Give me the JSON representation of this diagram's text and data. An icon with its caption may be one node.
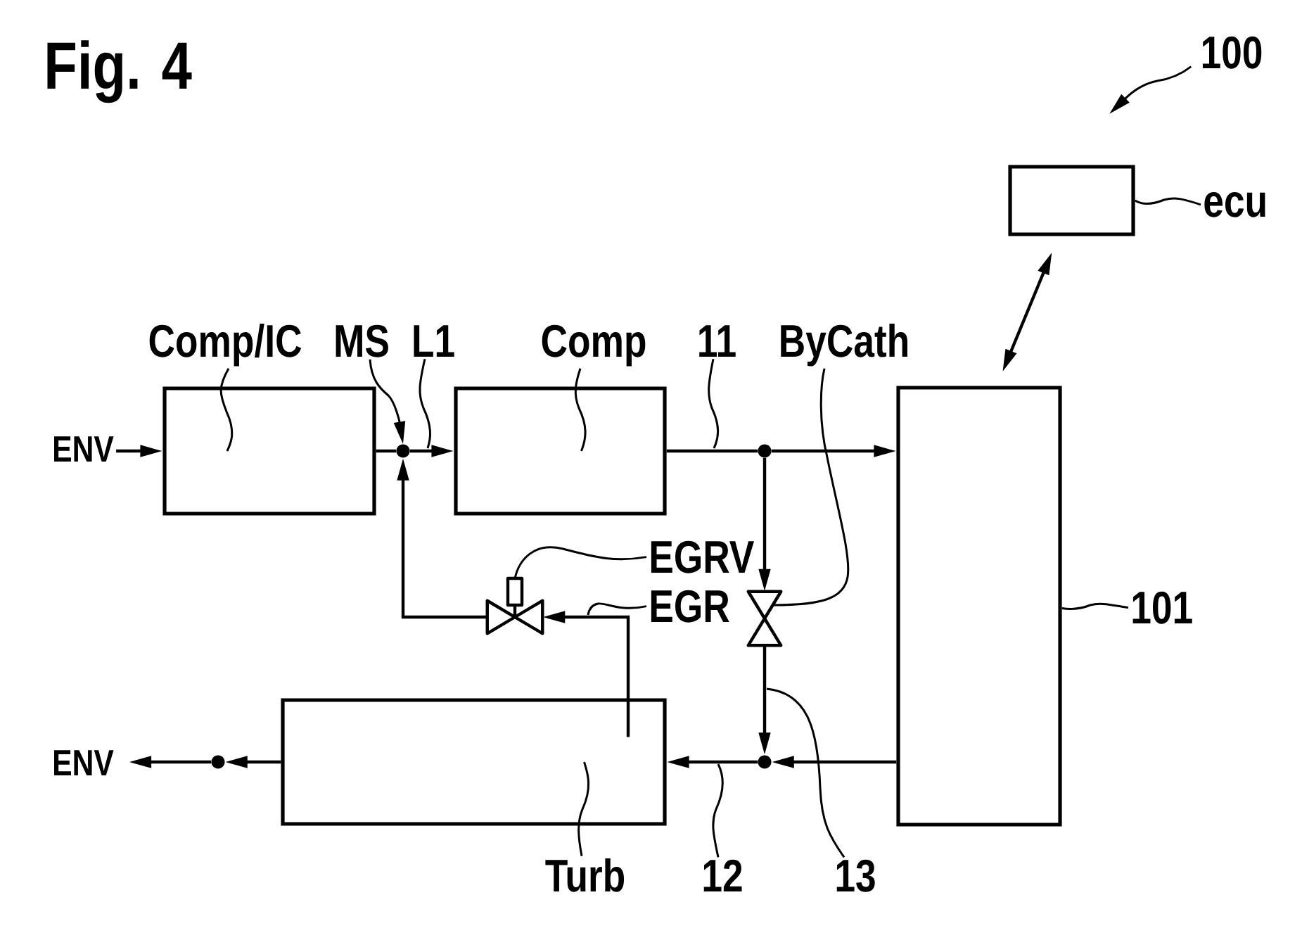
{
  "diagram": {
    "title": "Fig. 4",
    "nodes": [
      {
        "text": [
          "100"
        ]
      },
      {
        "text": [],
        "shape": "box"
      },
      {
        "text": [
          "ecu"
        ]
      },
      {
        "text": [
          "Comp/IC"
        ]
      },
      {
        "text": [
          "MS"
        ]
      },
      {
        "text": [
          "L1"
        ]
      },
      {
        "text": [
          "Comp"
        ]
      },
      {
        "text": [
          "11"
        ]
      },
      {
        "text": [
          "ByCath"
        ]
      },
      {
        "text": [
          "ENV"
        ]
      },
      {
        "text": [],
        "shape": "box"
      },
      {
        "text": [],
        "shape": "dot"
      },
      {
        "text": [],
        "shape": "box"
      },
      {
        "text": [],
        "shape": "dot"
      },
      {
        "text": [],
        "shape": "box"
      },
      {
        "text": [
          "EGRV"
        ]
      },
      {
        "text": [],
        "shape": "valve"
      },
      {
        "text": [
          "EGR"
        ]
      },
      {
        "text": [],
        "shape": "valve"
      },
      {
        "text": [
          "101"
        ]
      },
      {
        "text": [
          "ENV"
        ]
      },
      {
        "text": [],
        "shape": "dot"
      },
      {
        "text": [],
        "shape": "box"
      },
      {
        "text": [],
        "shape": "dot"
      },
      {
        "text": [
          "Turb"
        ]
      },
      {
        "text": [
          "12"
        ]
      },
      {
        "text": [
          "13"
        ]
      }
    ],
    "edges": [
      {
        "from": 9,
        "to": 10,
        "arrow": "to"
      },
      {
        "from": 10,
        "to": 11,
        "arrow": "none"
      },
      {
        "from": 11,
        "to": 12,
        "arrow": "to"
      },
      {
        "from": 12,
        "to": 13,
        "arrow": "none"
      },
      {
        "from": 13,
        "to": 14,
        "arrow": "to"
      },
      {
        "from": 13,
        "to": 18,
        "arrow": "to"
      },
      {
        "from": 18,
        "to": 23,
        "arrow": "to"
      },
      {
        "from": 14,
        "to": 23,
        "arrow": "to"
      },
      {
        "from": 23,
        "to": 22,
        "arrow": "to"
      },
      {
        "from": 22,
        "to": 21,
        "arrow": "to"
      },
      {
        "from": 21,
        "to": 20,
        "arrow": "to"
      },
      {
        "from": 22,
        "to": 16,
        "arrow": "to"
      },
      {
        "from": 16,
        "to": 11,
        "arrow": "to"
      },
      {
        "from": 1,
        "to": 14,
        "arrow": "both"
      },
      {
        "from": 0,
        "to": null,
        "arrow": "to"
      },
      {
        "from": 2,
        "to": 1,
        "arrow": "none"
      },
      {
        "from": 3,
        "to": 10,
        "arrow": "none"
      },
      {
        "from": 4,
        "to": 11,
        "arrow": "to"
      },
      {
        "from": 5,
        "to": null,
        "arrow": "none"
      },
      {
        "from": 6,
        "to": 12,
        "arrow": "none"
      },
      {
        "from": 7,
        "to": null,
        "arrow": "none"
      },
      {
        "from": 8,
        "to": 18,
        "arrow": "none"
      },
      {
        "from": 15,
        "to": 16,
        "arrow": "none"
      },
      {
        "from": 17,
        "to": null,
        "arrow": "none"
      },
      {
        "from": 19,
        "to": 14,
        "arrow": "none"
      },
      {
        "from": 24,
        "to": 22,
        "arrow": "none"
      },
      {
        "from": 25,
        "to": null,
        "arrow": "none"
      },
      {
        "from": 26,
        "to": null,
        "arrow": "none"
      }
    ]
  }
}
